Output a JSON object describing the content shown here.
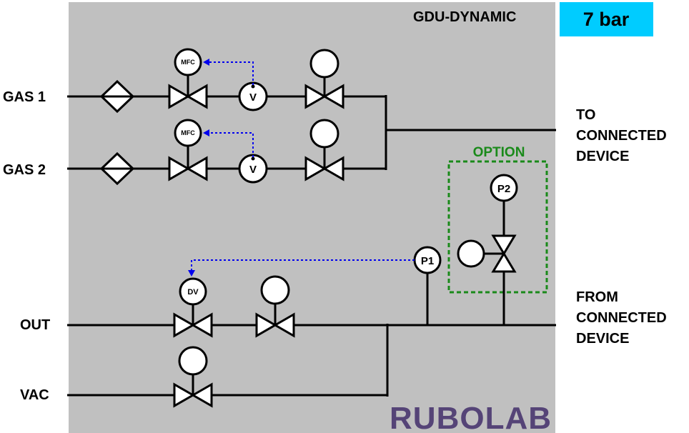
{
  "header": {
    "system_title": "GDU-DYNAMIC",
    "pressure_badge": "7 bar",
    "badge_color": "#00ccff",
    "panel_color": "#c0c0c0"
  },
  "ports": {
    "gas1": "GAS 1",
    "gas2": "GAS 2",
    "out": "OUT",
    "vac": "VAC"
  },
  "connections": {
    "to_line1": "TO",
    "to_line2": "CONNECTED",
    "to_line3": "DEVICE",
    "from_line1": "FROM",
    "from_line2": "CONNECTED",
    "from_line3": "DEVICE"
  },
  "components": {
    "mfc": "MFC",
    "valve_meter": "V",
    "dv": "DV",
    "p1": "P1",
    "p2": "P2"
  },
  "option": {
    "label": "OPTION",
    "color": "#1a8a1a"
  },
  "brand": {
    "logo_text": "RUBOLAB",
    "logo_color": "#554477"
  }
}
